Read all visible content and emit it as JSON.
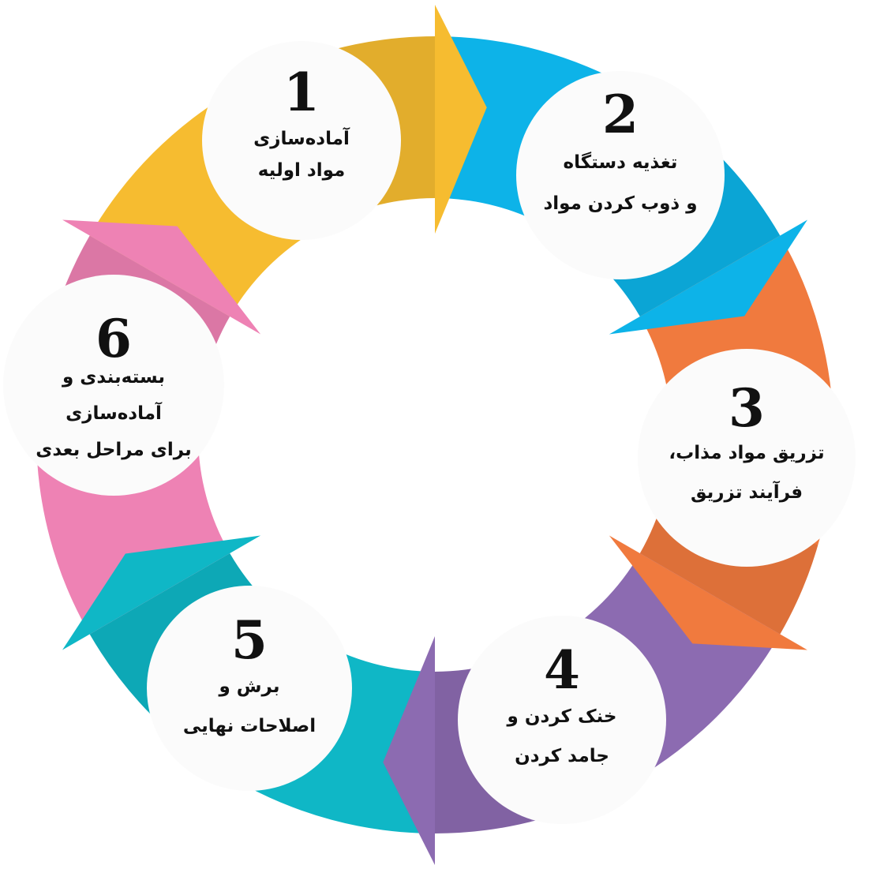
{
  "colors": {
    "yellow": "#F6BC30",
    "blue": "#0DB3E8",
    "orange": "#F07A3E",
    "purple": "#8C6BB1",
    "teal": "#0FB7C6",
    "pink": "#EE82B4",
    "circle": "#FBFBFB"
  },
  "steps": [
    {
      "number": "1",
      "lines": [
        "آماده‌سازی",
        "مواد اولیه"
      ],
      "color": "yellow"
    },
    {
      "number": "2",
      "lines": [
        "تغذیه دستگاه",
        "و ذوب کردن مواد"
      ],
      "color": "blue"
    },
    {
      "number": "3",
      "lines": [
        "تزریق مواد مذاب،",
        "فرآیند تزریق"
      ],
      "color": "orange"
    },
    {
      "number": "4",
      "lines": [
        "خنک کردن و",
        "جامد کردن"
      ],
      "color": "purple"
    },
    {
      "number": "5",
      "lines": [
        "برش و",
        "اصلاحات نهایی"
      ],
      "color": "teal"
    },
    {
      "number": "6",
      "lines": [
        "بسته‌بندی و",
        "آماده‌سازی",
        "برای مراحل بعدی"
      ],
      "color": "pink"
    }
  ]
}
